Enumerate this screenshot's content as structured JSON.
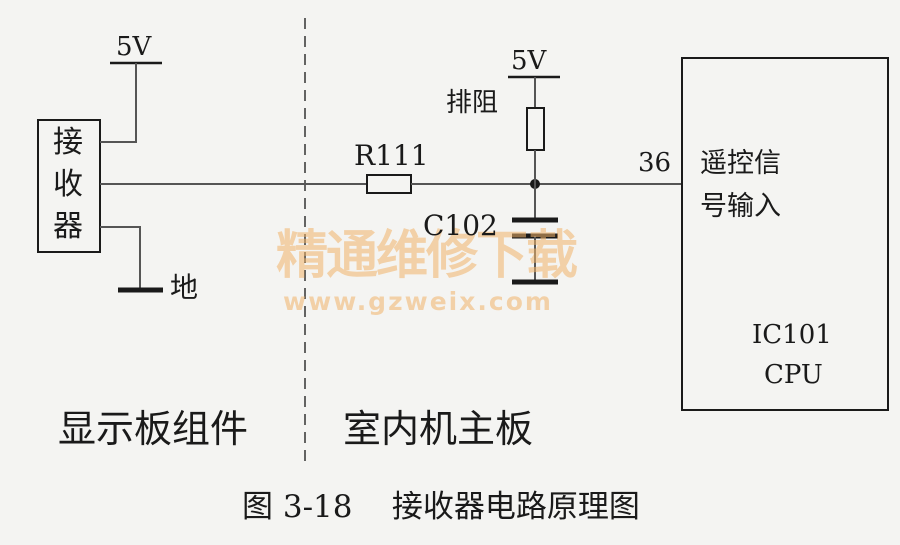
{
  "diagram": {
    "receiver_box": {
      "lines": [
        "接",
        "收",
        "器"
      ]
    },
    "receiver_supply": "5V",
    "ground_label": "地",
    "resistor_label": "R111",
    "capacitor_label": "C102",
    "pullup_supply": "5V",
    "pullup_label": "排阻",
    "pin_number": "36",
    "ic_input_lines": [
      "遥控信",
      "号输入"
    ],
    "ic_name_lines": [
      "IC101",
      "CPU"
    ],
    "left_region_label": "显示板组件",
    "right_region_label": "室内机主板",
    "caption": "图 3-18    接收器电路原理图"
  },
  "watermark": {
    "title": "精通维修下载",
    "url": "www.gzweix.com",
    "color": "#f2b46a"
  },
  "colors": {
    "ink": "#1a1a1a",
    "wire": "#555555",
    "background": "#f4f4f2"
  }
}
